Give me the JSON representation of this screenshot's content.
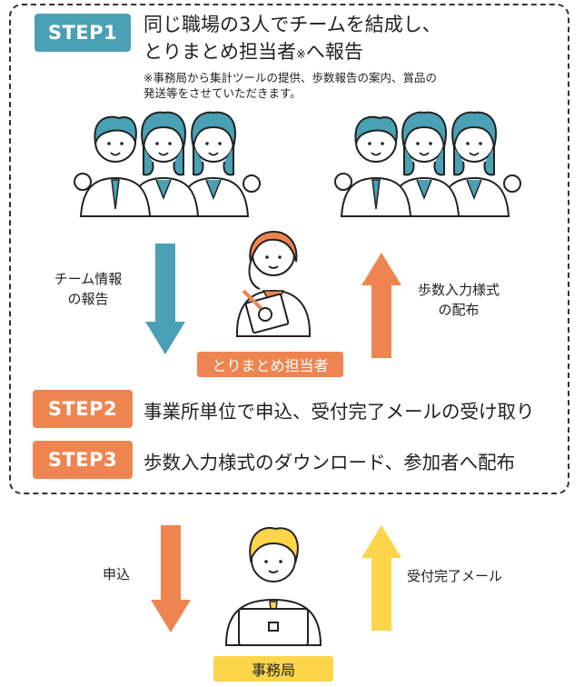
{
  "step1": {
    "badge": "STEP1",
    "title_line1": "同じ職場の3人でチームを結成し、",
    "title_line2": "とりまとめ担当者",
    "note_mark": "※",
    "title_line2_tail": "へ報告",
    "note_line1": "※事務局から集計ツールの提供、歩数報告の案内、賞品の",
    "note_line2": "発送等をさせていただきます。"
  },
  "arrows": {
    "team_report_line1": "チーム情報",
    "team_report_line2": "の報告",
    "distribute_line1": "歩数入力様式",
    "distribute_line2": "の配布",
    "apply": "申込",
    "complete_mail": "受付完了メール"
  },
  "coordinator_tag": "とりまとめ担当者",
  "step2": {
    "badge": "STEP2",
    "text": "事業所単位で申込、受付完了メールの受け取り"
  },
  "step3": {
    "badge": "STEP3",
    "text": "歩数入力様式のダウンロード、参加者へ配布"
  },
  "office_tag": "事務局",
  "colors": {
    "blue": "#4aa0b4",
    "orange": "#ee8551",
    "yellow": "#fcd54a",
    "hair_teal": "#4aa0b4",
    "hair_orange": "#ee8551",
    "hair_yellow": "#fcd54a"
  },
  "icons": [
    "team-illustration",
    "coordinator-illustration",
    "office-staff-illustration",
    "arrow-down",
    "arrow-up"
  ]
}
